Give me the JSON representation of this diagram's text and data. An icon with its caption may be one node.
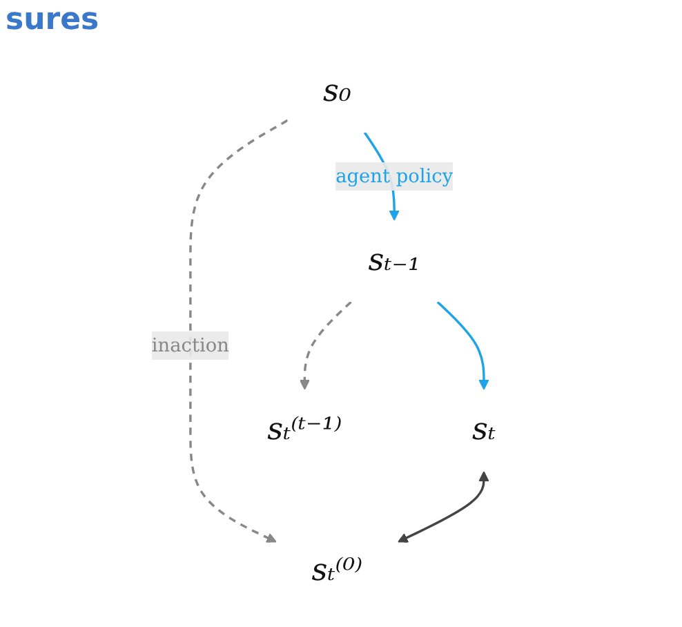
{
  "diagram": {
    "title": "sures",
    "nodes": [
      {
        "text": [
          "s₀"
        ]
      },
      {
        "text": [
          "sₜ₋₁"
        ]
      },
      {
        "text": [
          "sₜ"
        ]
      },
      {
        "text": [
          "sₜ⁽ᵗ⁻¹⁾"
        ]
      },
      {
        "text": [
          "sₜ⁽⁰⁾"
        ]
      }
    ],
    "edges": [
      {
        "from": 0,
        "to": 1,
        "arrow": "to",
        "label": "agent policy",
        "color": "#1fa3e8"
      },
      {
        "from": 0,
        "to": 4,
        "arrow": "to",
        "label": "inaction",
        "style": "dashed",
        "color": "#888888"
      },
      {
        "from": 1,
        "to": 2,
        "arrow": "to",
        "color": "#1fa3e8"
      },
      {
        "from": 1,
        "to": 3,
        "arrow": "to",
        "style": "dashed",
        "color": "#888888"
      },
      {
        "from": 2,
        "to": 4,
        "arrow": "both",
        "color": "#444444"
      }
    ]
  }
}
